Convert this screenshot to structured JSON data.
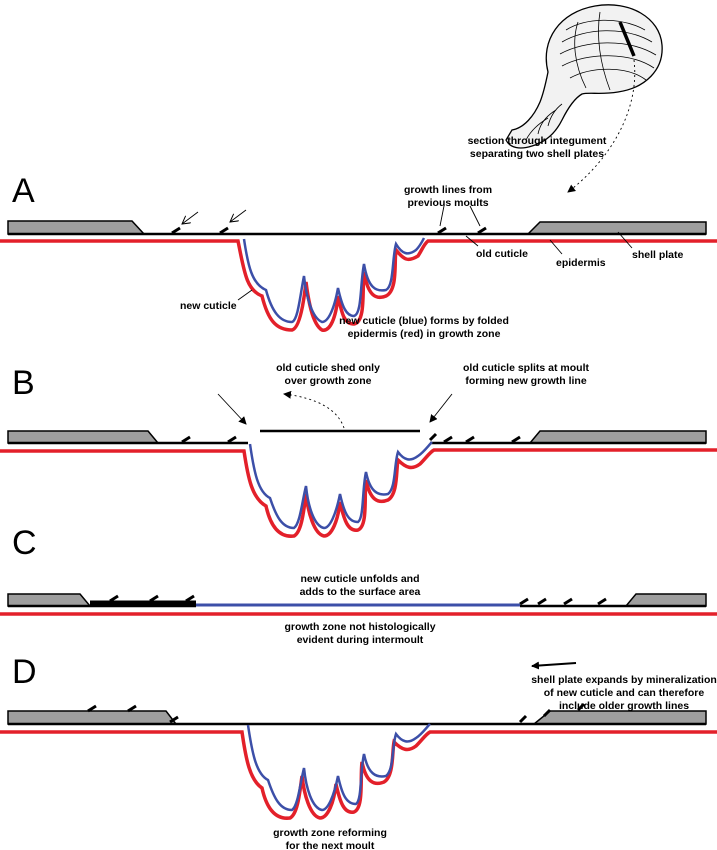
{
  "panels": {
    "a": "A",
    "b": "B",
    "c": "C",
    "d": "D"
  },
  "labels": {
    "section_line1": "section through integument",
    "section_line2": "separating two shell plates",
    "growth_lines_line1": "growth lines from",
    "growth_lines_line2": "previous moults",
    "old_cuticle": "old cuticle",
    "epidermis": "epidermis",
    "shell_plate": "shell plate",
    "new_cuticle": "new cuticle",
    "forms_line1": "new cuticle (blue) forms by folded",
    "forms_line2": "epidermis (red) in growth zone",
    "shed_line1": "old cuticle shed only",
    "shed_line2": "over growth zone",
    "splits_line1": "old cuticle splits at moult",
    "splits_line2": "forming new growth line",
    "unfolds_line1": "new cuticle unfolds and",
    "unfolds_line2": "adds to the surface area",
    "zone_line1": "growth zone not histologically",
    "zone_line2": "evident during intermoult",
    "expands_line1": "shell plate expands by mineralization",
    "expands_line2": "of new cuticle and can therefore",
    "expands_line3": "include older growth lines",
    "reform_line1": "growth zone reforming",
    "reform_line2": "for the next moult"
  },
  "colors": {
    "epidermis": "#e3202a",
    "new_cuticle": "#3c4fa8",
    "old_cuticle": "#000000",
    "shell_plate": "#9e9e9e"
  }
}
